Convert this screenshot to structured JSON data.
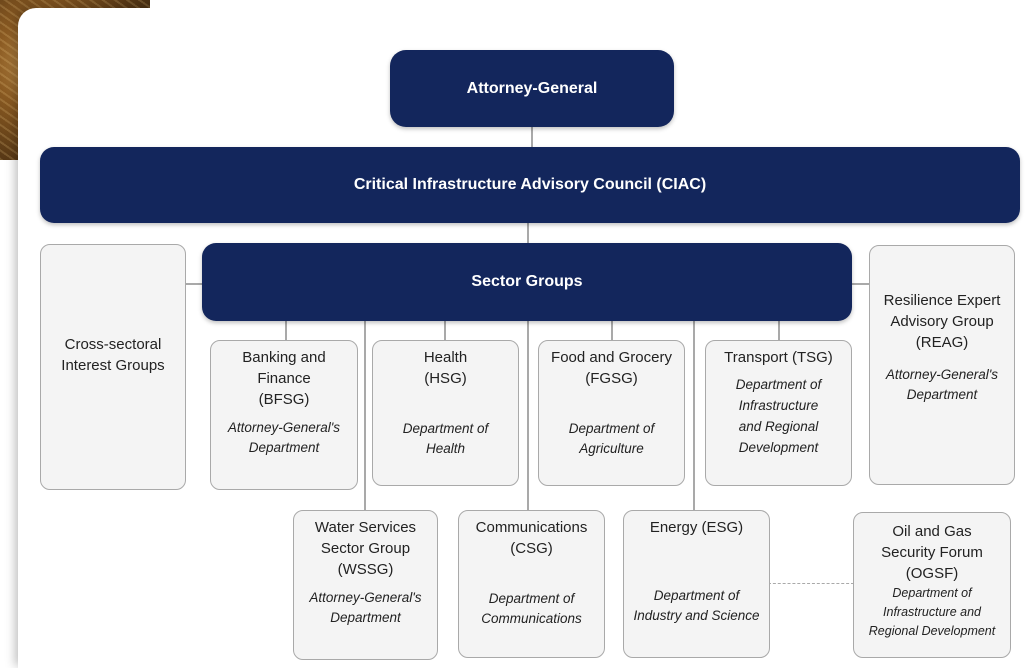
{
  "top": {
    "label": "Attorney-General"
  },
  "council": {
    "label": "Critical Infrastructure Advisory Council (CIAC)"
  },
  "sector_groups": {
    "label": "Sector Groups"
  },
  "cross_sectoral": {
    "name": "Cross-sectoral\nInterest Groups"
  },
  "reag": {
    "name": "Resilience Expert\nAdvisory Group\n(REAG)",
    "dept": "Attorney-General's\nDepartment"
  },
  "groups_row1": [
    {
      "name": "Banking and\nFinance\n(BFSG)",
      "dept": "Attorney-General's\nDepartment"
    },
    {
      "name": "Health\n(HSG)",
      "dept": "Department of\nHealth"
    },
    {
      "name": "Food and Grocery\n(FGSG)",
      "dept": "Department of\nAgriculture"
    },
    {
      "name": "Transport (TSG)",
      "dept": "Department of\nInfrastructure\nand Regional\nDevelopment"
    }
  ],
  "groups_row2": [
    {
      "name": "Water Services\nSector Group\n(WSSG)",
      "dept": "Attorney-General's\nDepartment"
    },
    {
      "name": "Communications\n(CSG)",
      "dept": "Department of\nCommunications"
    },
    {
      "name": "Energy (ESG)",
      "dept": "Department of\nIndustry and Science"
    }
  ],
  "ogsf": {
    "name": "Oil and Gas\nSecurity Forum\n(OGSF)",
    "dept": "Department of\nInfrastructure and\nRegional Development"
  },
  "colors": {
    "navy": "#13265c",
    "box_fill": "#f4f4f4",
    "box_border": "#a9a9a9"
  }
}
